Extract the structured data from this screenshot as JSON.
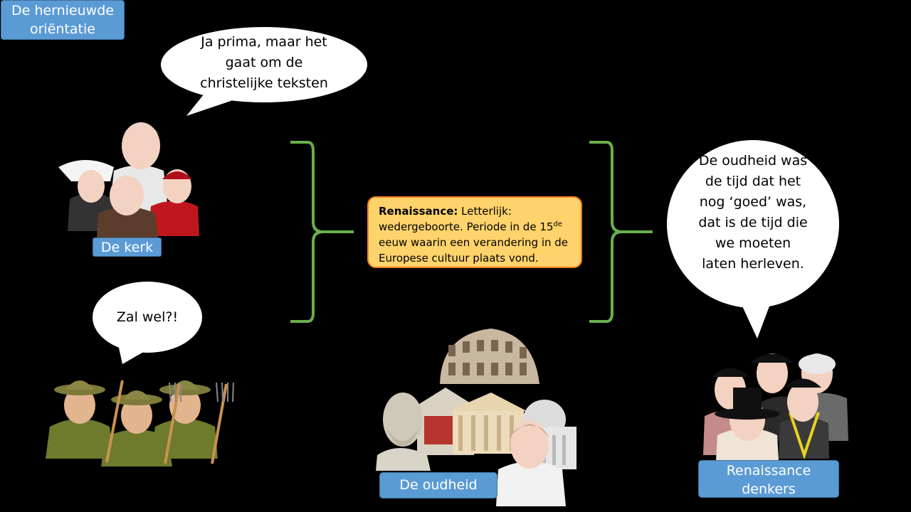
{
  "title": "De hernieuwde oriëntatie",
  "groups": {
    "church": {
      "label": "De kerk"
    },
    "antiquity": {
      "label": "De oudheid"
    },
    "thinkers": {
      "label": "Renaissance denkers"
    }
  },
  "bubbles": {
    "church": "Ja prima, maar het gaat om de christelijke teksten",
    "farmers": "Zal wel?!",
    "thinkers": "De oudheid was de tijd dat het nog ‘goed’ was, dat is de tijd die we moeten laten herleven."
  },
  "definition": {
    "term": "Renaissance:",
    "text_part1": " Letterlijk: wedergeboorte. Periode in de 15",
    "superscript": "de",
    "text_part2": " eeuw waarin een verandering in de Europese cultuur plaats vond."
  },
  "colors": {
    "label_fill": "#5b9bd5",
    "brace": "#6ab04c",
    "def_fill": "#ffd36b",
    "def_border": "#f07c1e",
    "background": "#000000"
  }
}
